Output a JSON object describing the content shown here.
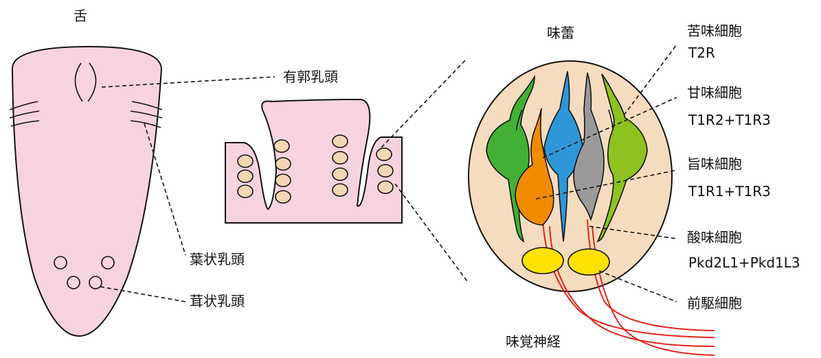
{
  "labels": {
    "tongue": "舌",
    "circumvallate": "有郭乳頭",
    "foliate": "葉状乳頭",
    "fungiform": "茸状乳頭",
    "taste_bud": "味蕾",
    "bitter_cell": "苦味細胞",
    "bitter_receptor": "T2R",
    "sweet_cell": "甘味細胞",
    "sweet_receptor": "T1R2+T1R3",
    "umami_cell": "旨味細胞",
    "umami_receptor": "T1R1+T1R3",
    "sour_cell": "酸味細胞",
    "sour_receptor": "Pkd2L1+Pkd1L3",
    "precursor_cell": "前駆細胞",
    "taste_nerve": "味覚神経"
  },
  "colors": {
    "tongue_fill": "#f7d3df",
    "bud_fill": "#f5dcbf",
    "bud_circle": "#f3d6b4",
    "bitter": "#43b035",
    "sweet": "#2f97d8",
    "umami": "#f18c00",
    "sour": "#9a9a9a",
    "sweet_green": "#8dc21f",
    "precursor": "#ffe100",
    "nerve": "#e2231a"
  }
}
